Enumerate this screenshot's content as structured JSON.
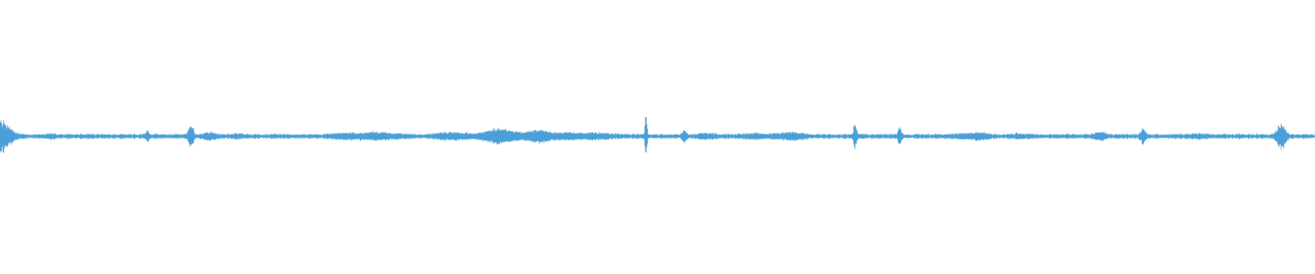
{
  "waveform": {
    "color": "#4a9fd8",
    "background": "#ffffff",
    "baseline_level": 0.012,
    "noise_amplitude": 0.004,
    "bursts": [
      {
        "t": 0.0,
        "amp": 0.115,
        "width": 0.006
      },
      {
        "t": 0.039,
        "amp": 0.012,
        "width": 0.003
      },
      {
        "t": 0.112,
        "amp": 0.045,
        "width": 0.0008
      },
      {
        "t": 0.145,
        "amp": 0.09,
        "width": 0.0015
      },
      {
        "t": 0.16,
        "amp": 0.018,
        "width": 0.004
      },
      {
        "t": 0.18,
        "amp": 0.008,
        "width": 0.004
      },
      {
        "t": 0.262,
        "amp": 0.012,
        "width": 0.008
      },
      {
        "t": 0.287,
        "amp": 0.018,
        "width": 0.012
      },
      {
        "t": 0.343,
        "amp": 0.02,
        "width": 0.01
      },
      {
        "t": 0.376,
        "amp": 0.03,
        "width": 0.008
      },
      {
        "t": 0.385,
        "amp": 0.022,
        "width": 0.01
      },
      {
        "t": 0.41,
        "amp": 0.035,
        "width": 0.007
      },
      {
        "t": 0.43,
        "amp": 0.015,
        "width": 0.008
      },
      {
        "t": 0.453,
        "amp": 0.015,
        "width": 0.01
      },
      {
        "t": 0.491,
        "amp": 0.16,
        "width": 0.0007
      },
      {
        "t": 0.52,
        "amp": 0.04,
        "width": 0.0012
      },
      {
        "t": 0.538,
        "amp": 0.012,
        "width": 0.006
      },
      {
        "t": 0.573,
        "amp": 0.012,
        "width": 0.006
      },
      {
        "t": 0.596,
        "amp": 0.012,
        "width": 0.008
      },
      {
        "t": 0.606,
        "amp": 0.012,
        "width": 0.006
      },
      {
        "t": 0.65,
        "amp": 0.09,
        "width": 0.001
      },
      {
        "t": 0.684,
        "amp": 0.06,
        "width": 0.0012
      },
      {
        "t": 0.732,
        "amp": 0.01,
        "width": 0.005
      },
      {
        "t": 0.745,
        "amp": 0.02,
        "width": 0.005
      },
      {
        "t": 0.775,
        "amp": 0.01,
        "width": 0.005
      },
      {
        "t": 0.837,
        "amp": 0.02,
        "width": 0.004
      },
      {
        "t": 0.869,
        "amp": 0.05,
        "width": 0.0015
      },
      {
        "t": 0.91,
        "amp": 0.008,
        "width": 0.006
      },
      {
        "t": 0.974,
        "amp": 0.1,
        "width": 0.0025
      }
    ]
  }
}
